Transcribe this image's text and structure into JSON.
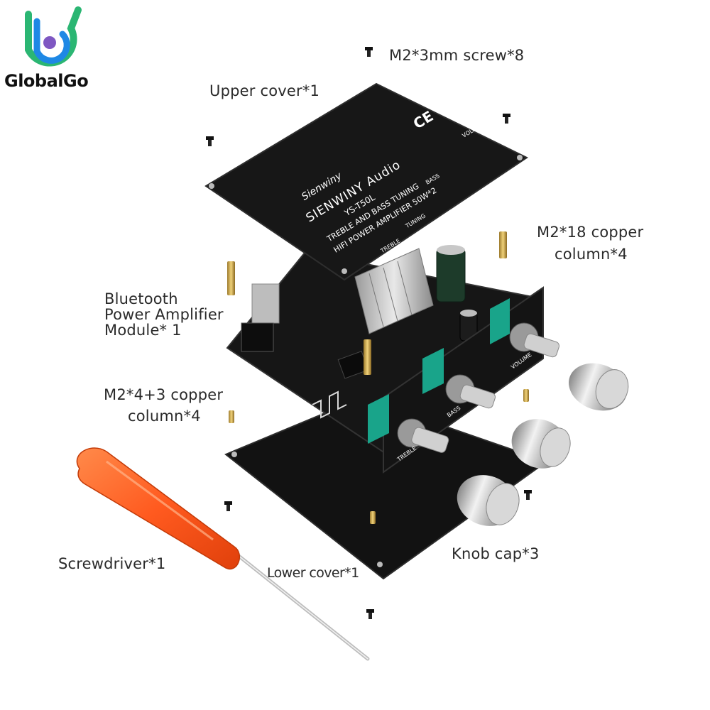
{
  "brand": {
    "name": "GlobalGo",
    "accent_colors": [
      "#2bb673",
      "#1e88e5",
      "#7e57c2"
    ]
  },
  "labels": {
    "screws": "M2*3mm screw*8",
    "upper_cover": "Upper cover*1",
    "copper18_line1": "M2*18 copper",
    "copper18_line2": "column*4",
    "module_line1": "Bluetooth",
    "module_line2": "Power Amplifier",
    "module_line3": "Module* 1",
    "copper43_line1": "M2*4+3 copper",
    "copper43_line2": "column*4",
    "screwdriver": "Screwdriver*1",
    "lower_cover": "Lower cover*1",
    "knob_cap": "Knob cap*3"
  },
  "upper_cover_print": {
    "brand": "Sienwiny",
    "line1": "SIENWINY  Audio",
    "line2": "YS-T50L",
    "line3": "TREBLE AND BASS TUNING",
    "line4": "HIFI POWER AMPLIFIER 50W*2",
    "ce": "CE",
    "bass": "BASS",
    "treble": "TREBLE",
    "volume": "VOLUME",
    "tuning": "TUNING"
  },
  "module_print": {
    "treble": "TREBLE",
    "bass": "BASS",
    "volume": "VOLUME"
  },
  "colors": {
    "pcb": "#161616",
    "screwdriver_handle": "#ff5a1f",
    "copper": "#c8a24a",
    "knob": "#c9c9c9",
    "green_pot": "#19a48a"
  }
}
